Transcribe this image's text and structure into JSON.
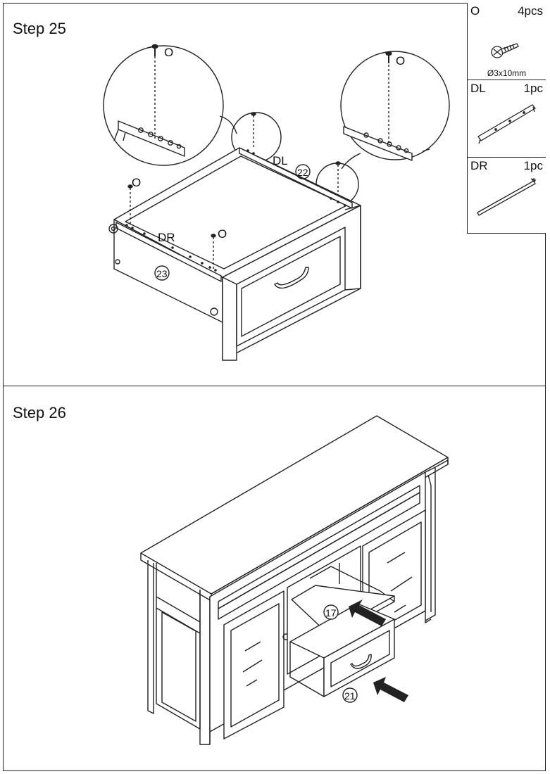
{
  "steps": {
    "step25": {
      "title": "Step 25",
      "callouts": {
        "screw_left_detail": "O",
        "screw_right_detail": "O",
        "screw_top_left": "O",
        "screw_middle": "O",
        "rail_left": "DL",
        "rail_right": "DR",
        "part_22": "22",
        "part_23": "23"
      }
    },
    "step26": {
      "title": "Step 26",
      "callouts": {
        "part_17": "17",
        "part_21": "21"
      }
    }
  },
  "parts_list": [
    {
      "code": "O",
      "qty": "4pcs",
      "dimension": "Ø3x10mm",
      "icon": "screw-icon"
    },
    {
      "code": "DL",
      "qty": "1pc",
      "icon": "drawer-rail-left-icon"
    },
    {
      "code": "DR",
      "qty": "1pc",
      "icon": "drawer-rail-right-icon"
    }
  ]
}
